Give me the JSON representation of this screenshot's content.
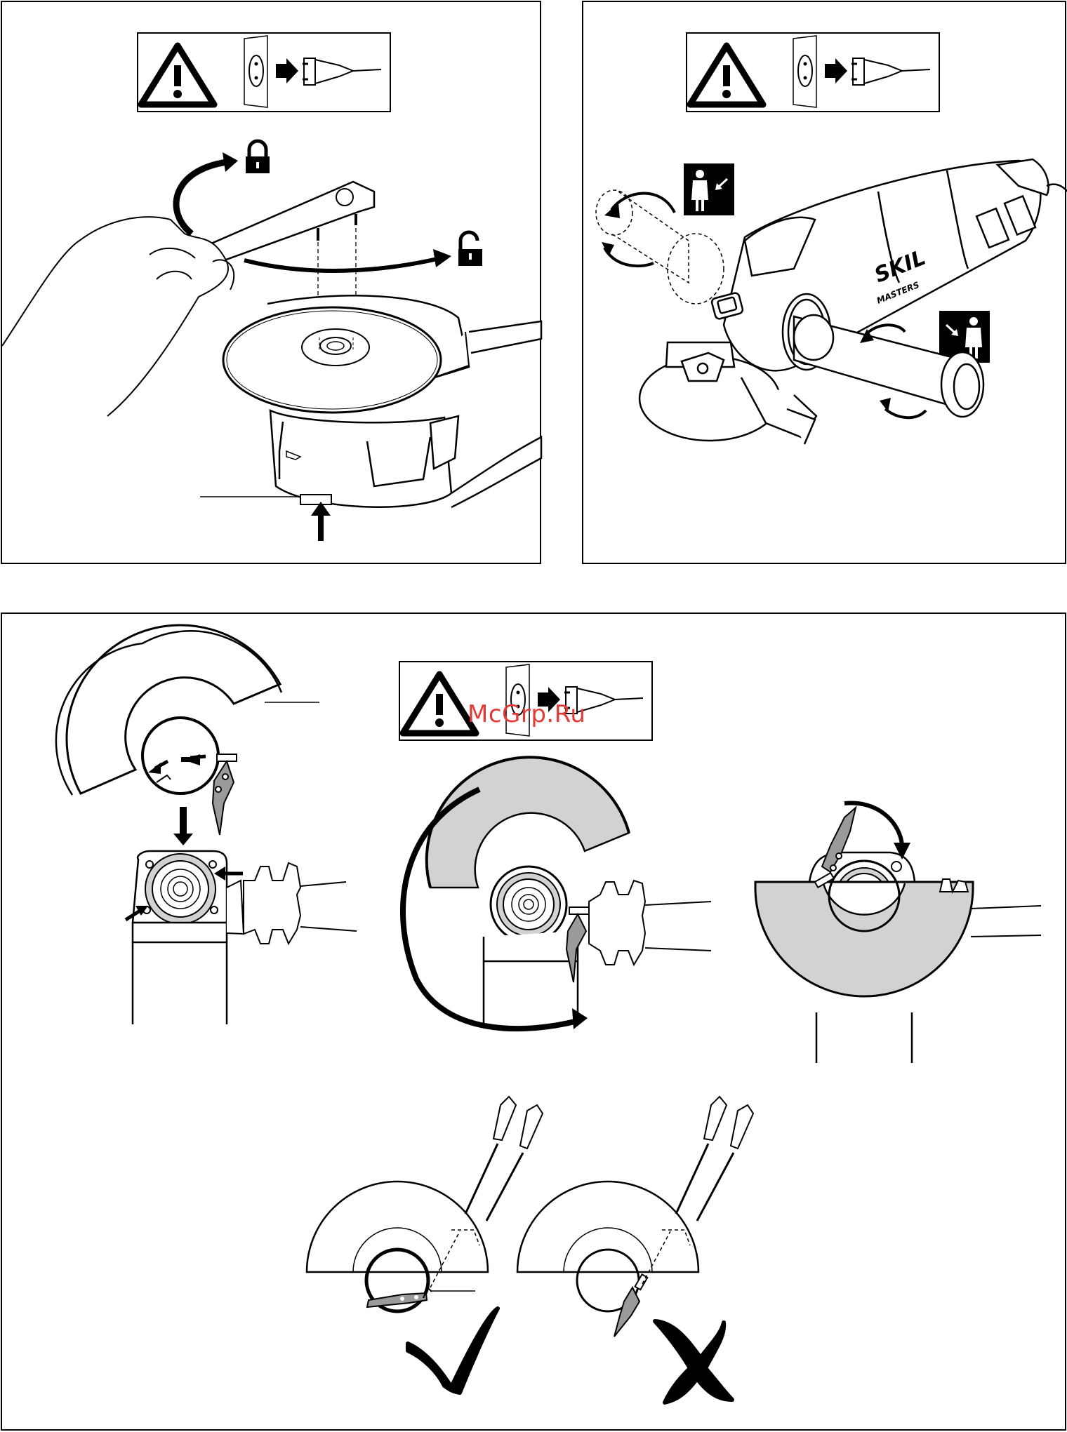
{
  "brand": {
    "logo": "SKIL",
    "series": "MASTERS"
  },
  "watermark": {
    "text": "McGrp.Ru",
    "color": "#e53935"
  },
  "icons": {
    "warning": "warning-triangle-icon",
    "unplug": "unplug-from-socket-icon",
    "lock": "padlock-closed-icon",
    "unlock": "padlock-open-icon",
    "person_left": "person-handle-left-icon",
    "person_right": "person-handle-right-icon",
    "check": "checkmark-icon",
    "cross": "cross-icon"
  },
  "colors": {
    "guard_fill": "#d2d2d2",
    "line": "#000000",
    "dash": "#000000"
  }
}
